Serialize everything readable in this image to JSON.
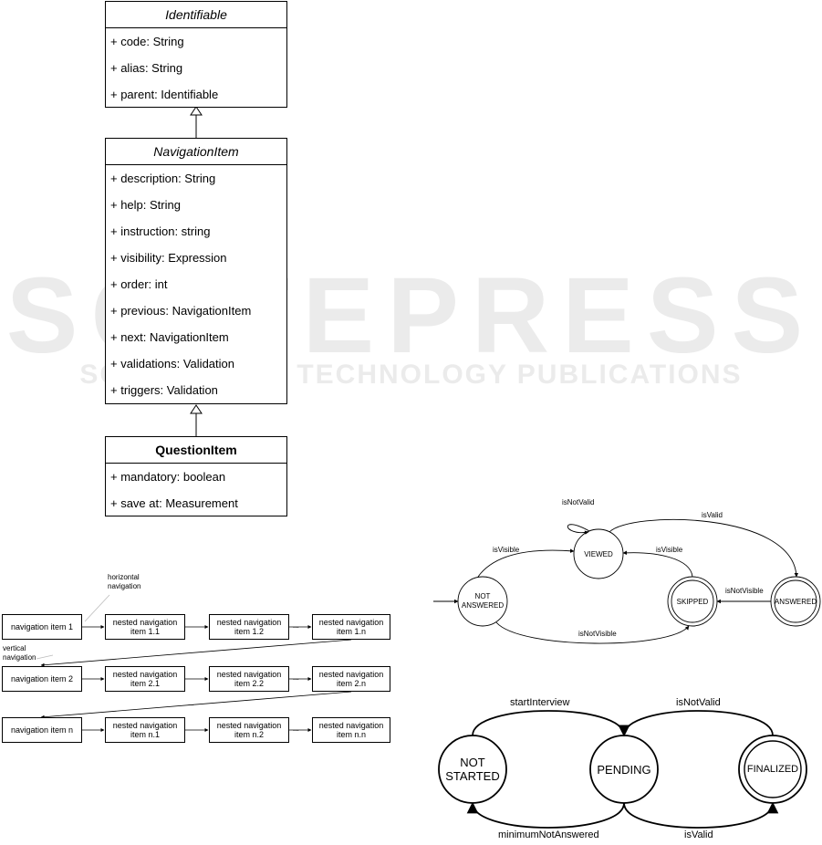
{
  "watermark": {
    "big": "SCITEPRESS",
    "small": "SCIENCE AND TECHNOLOGY PUBLICATIONS"
  },
  "uml": {
    "identifiable": {
      "name": "Identifiable",
      "attrs": [
        "+ code: String",
        "+ alias: String",
        "+ parent: Identifiable"
      ]
    },
    "navigation_item": {
      "name": "NavigationItem",
      "attrs": [
        "+ description: String",
        "+ help: String",
        "+ instruction: string",
        "+ visibility: Expression",
        "+ order: int",
        "+ previous: NavigationItem",
        "+ next: NavigationItem",
        "+ validations: Validation",
        "+ triggers: Validation"
      ]
    },
    "question_item": {
      "name": "QuestionItem",
      "attrs": [
        "+ mandatory: boolean",
        "+ save at: Measurement"
      ]
    }
  },
  "navigation": {
    "horizontal_label": "horizontal\nnavigation",
    "vertical_label": "vertical\nnavigation",
    "ellipsis": "...",
    "rows": [
      [
        "navigation item 1",
        "nested navigation\nitem 1.1",
        "nested navigation\nitem 1.2",
        "nested navigation\nitem 1.n"
      ],
      [
        "navigation item 2",
        "nested navigation\nitem 2.1",
        "nested navigation\nitem 2.2",
        "nested navigation\nitem 2.n"
      ],
      [
        "navigation item n",
        "nested navigation\nitem n.1",
        "nested navigation\nitem n.2",
        "nested navigation\nitem n.n"
      ]
    ]
  },
  "item_states": {
    "states": {
      "not_answered": "NOT\nANSWERED",
      "viewed": "VIEWED",
      "skipped": "SKIPPED",
      "answered": "ANSWERED"
    },
    "transitions": {
      "is_not_valid": "isNotValid",
      "is_valid": "isValid",
      "is_visible_left": "isVisible",
      "is_visible_right": "isVisible",
      "is_not_visible_top": "isNotVisible",
      "is_not_visible_bottom": "isNotVisible"
    }
  },
  "interview_states": {
    "states": {
      "not_started": "NOT\nSTARTED",
      "pending": "PENDING",
      "finalized": "FINALIZED"
    },
    "transitions": {
      "start_interview": "startInterview",
      "is_not_valid": "isNotValid",
      "minimum_not_answered": "minimumNotAnswered",
      "is_valid": "isValid"
    }
  }
}
